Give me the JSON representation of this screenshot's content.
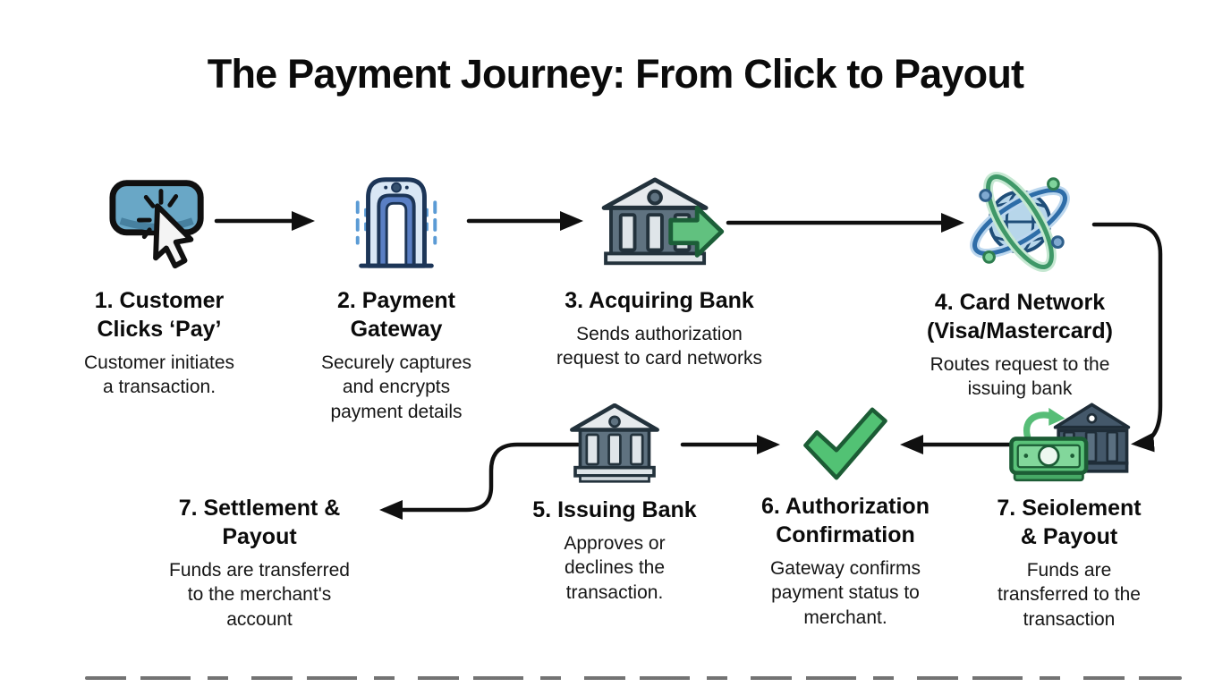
{
  "title": "The Payment Journey: From Click to Payout",
  "colors": {
    "arrow_black": "#101010",
    "button_blue": "#69a7c6",
    "gateway_blue": "#5a7fc4",
    "bank_slate": "#5f7280",
    "navy_outline": "#1c3557",
    "green_accent": "#57bd77",
    "check_green": "#52c274",
    "orbit_blue": "#2e6da8",
    "orbit_green": "#3f9868"
  },
  "steps": {
    "step1": {
      "title": "1. Customer Clicks ‘Pay’",
      "desc": "Customer initiates a transaction.",
      "icon": "pay-button-click-icon"
    },
    "step2": {
      "title": "2. Payment Gateway",
      "desc": "Securely captures and encrypts payment details",
      "icon": "security-gateway-icon"
    },
    "step3": {
      "title": "3. Acquiring Bank",
      "desc": "Sends authorization request to card networks",
      "icon": "bank-forward-arrow-icon"
    },
    "step4": {
      "title": "4. Card Network (Visa/Mastercard)",
      "desc": "Routes request to the issuing bank",
      "icon": "globe-network-icon"
    },
    "step7_left": {
      "title": "7. Settlement & Payout",
      "desc": "Funds are transferred to the merchant's account",
      "icon": "none"
    },
    "step5": {
      "title": "5. Issuing Bank",
      "desc": "Approves or declines the transaction.",
      "icon": "bank-icon"
    },
    "step6": {
      "title": "6. Authorization Confirmation",
      "desc": "Gateway confirms payment status to merchant.",
      "icon": "green-checkmark-icon"
    },
    "step7_right": {
      "title": "7. Seiolement & Payout",
      "desc": "Funds are transferred to the transaction",
      "icon": "money-bank-icon"
    }
  }
}
